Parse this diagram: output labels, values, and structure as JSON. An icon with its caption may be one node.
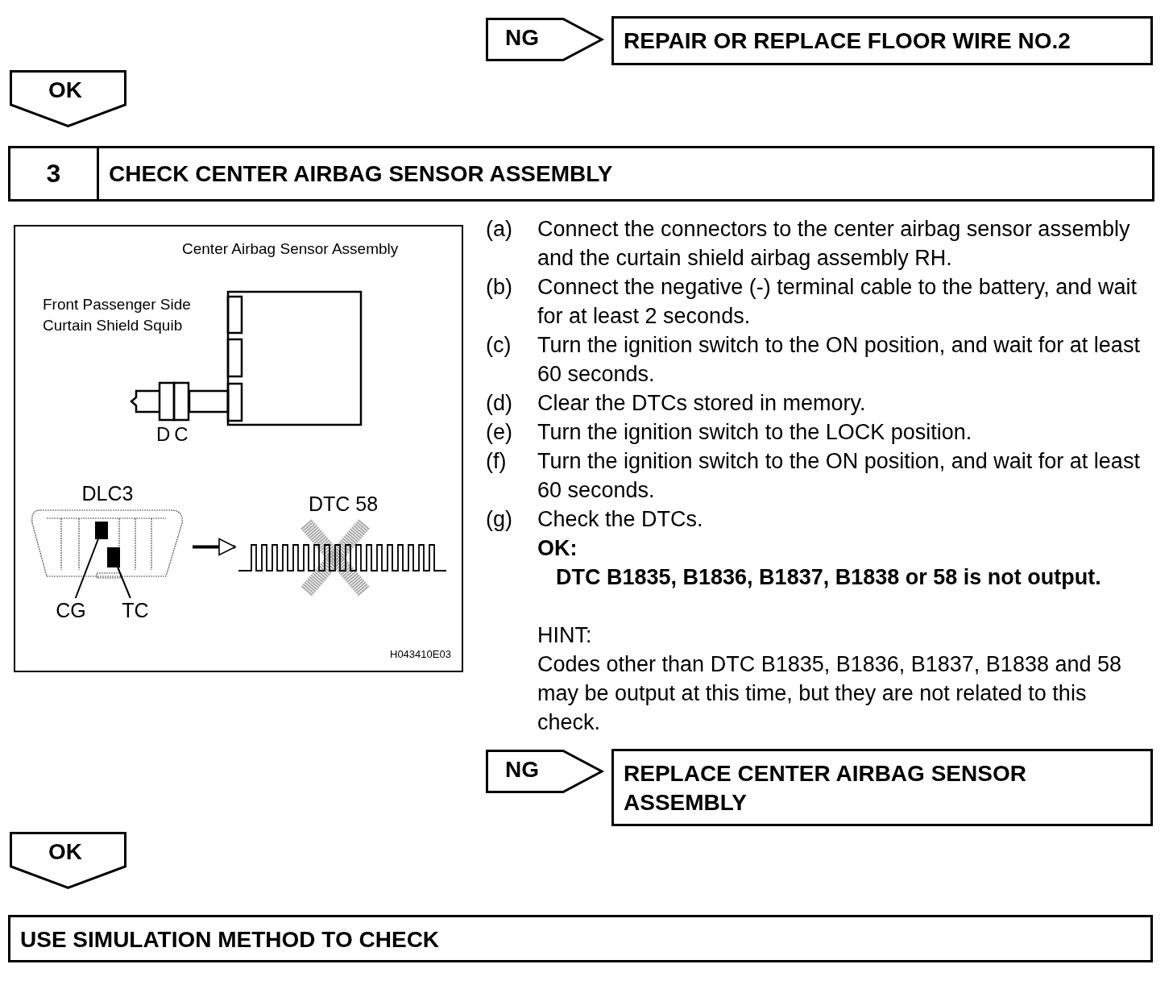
{
  "diagram": {
    "nodes": [
      {
        "text": [
          "NG"
        ]
      },
      {
        "text": [
          "REPAIR OR REPLACE FLOOR WIRE NO.2"
        ]
      },
      {
        "text": [
          "OK"
        ]
      },
      {
        "text": [
          "3",
          "CHECK CENTER AIRBAG SENSOR ASSEMBLY"
        ]
      },
      {
        "text": [
          "DLC3"
        ]
      },
      {
        "text": [],
        "shape": "box",
        "in": 4
      },
      {
        "text": [],
        "shape": "box",
        "in": 4
      },
      {
        "text": [
          "CG"
        ]
      },
      {
        "text": [
          "TC"
        ]
      },
      {
        "text": [
          "DTC 58"
        ]
      },
      {
        "text": [
          "NG"
        ]
      },
      {
        "text": [
          "REPLACE CENTER AIRBAG SENSOR ASSEMBLY"
        ]
      },
      {
        "text": [
          "OK"
        ]
      },
      {
        "text": [
          "USE SIMULATION METHOD TO CHECK"
        ]
      }
    ],
    "edges": [
      {
        "from": 7,
        "to": 5,
        "arrow": "none"
      },
      {
        "from": 8,
        "to": 6,
        "arrow": "none"
      },
      {
        "from": 4,
        "to": 9,
        "arrow": "to"
      }
    ],
    "labels": [
      "Center Airbag Sensor Assembly",
      "Front Passenger Side Curtain Shield Squib",
      "DC",
      "H043410E03",
      "(a)",
      "Connect the connectors to the center airbag sensor assembly and the curtain shield airbag assembly RH.",
      "(b)",
      "Connect the negative (-) terminal cable to the battery, and wait for at least 2 seconds.",
      "(c)",
      "Turn the ignition switch to the ON position, and wait for at least 60 seconds.",
      "(d)",
      "Clear the DTCs stored in memory.",
      "(e)",
      "Turn the ignition switch to the LOCK position.",
      "(f)",
      "Turn the ignition switch to the ON position, and wait for at least 60 seconds.",
      "(g)",
      "Check the DTCs.",
      "OK:",
      "DTC B1835, B1836, B1837, B1838 or 58 is not output.",
      "HINT:",
      "Codes other than DTC B1835, B1836, B1837, B1838 and 58 may be output at this time, but they are not related to this check."
    ]
  }
}
